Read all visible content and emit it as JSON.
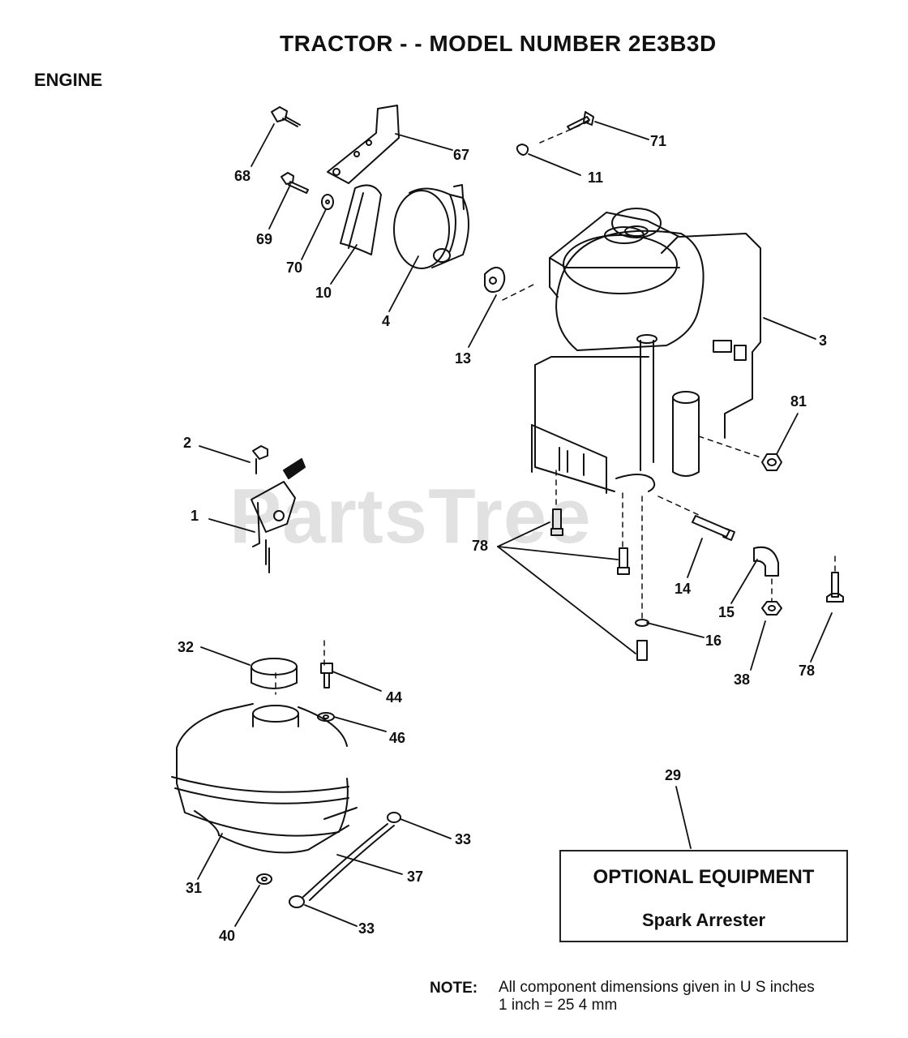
{
  "header": {
    "title": "TRACTOR - - MODEL NUMBER 2E3B3D",
    "section": "ENGINE"
  },
  "callouts": [
    {
      "id": "c68",
      "label": "68"
    },
    {
      "id": "c67",
      "label": "67"
    },
    {
      "id": "c71",
      "label": "71"
    },
    {
      "id": "c11",
      "label": "11"
    },
    {
      "id": "c69",
      "label": "69"
    },
    {
      "id": "c70",
      "label": "70"
    },
    {
      "id": "c10",
      "label": "10"
    },
    {
      "id": "c4",
      "label": "4"
    },
    {
      "id": "c13",
      "label": "13"
    },
    {
      "id": "c3",
      "label": "3"
    },
    {
      "id": "c81",
      "label": "81"
    },
    {
      "id": "c2",
      "label": "2"
    },
    {
      "id": "c1",
      "label": "1"
    },
    {
      "id": "c78a",
      "label": "78"
    },
    {
      "id": "c14",
      "label": "14"
    },
    {
      "id": "c15",
      "label": "15"
    },
    {
      "id": "c16",
      "label": "16"
    },
    {
      "id": "c38",
      "label": "38"
    },
    {
      "id": "c78b",
      "label": "78"
    },
    {
      "id": "c32",
      "label": "32"
    },
    {
      "id": "c44",
      "label": "44"
    },
    {
      "id": "c46",
      "label": "46"
    },
    {
      "id": "c29",
      "label": "29"
    },
    {
      "id": "c33a",
      "label": "33"
    },
    {
      "id": "c37",
      "label": "37"
    },
    {
      "id": "c31",
      "label": "31"
    },
    {
      "id": "c40",
      "label": "40"
    },
    {
      "id": "c33b",
      "label": "33"
    }
  ],
  "optional_equipment": {
    "title": "OPTIONAL EQUIPMENT",
    "item": "Spark Arrester"
  },
  "note": {
    "label": "NOTE:",
    "line1": "All component dimensions given in U S  inches",
    "line2": "1 inch = 25 4 mm"
  },
  "watermark": "PartsTree"
}
